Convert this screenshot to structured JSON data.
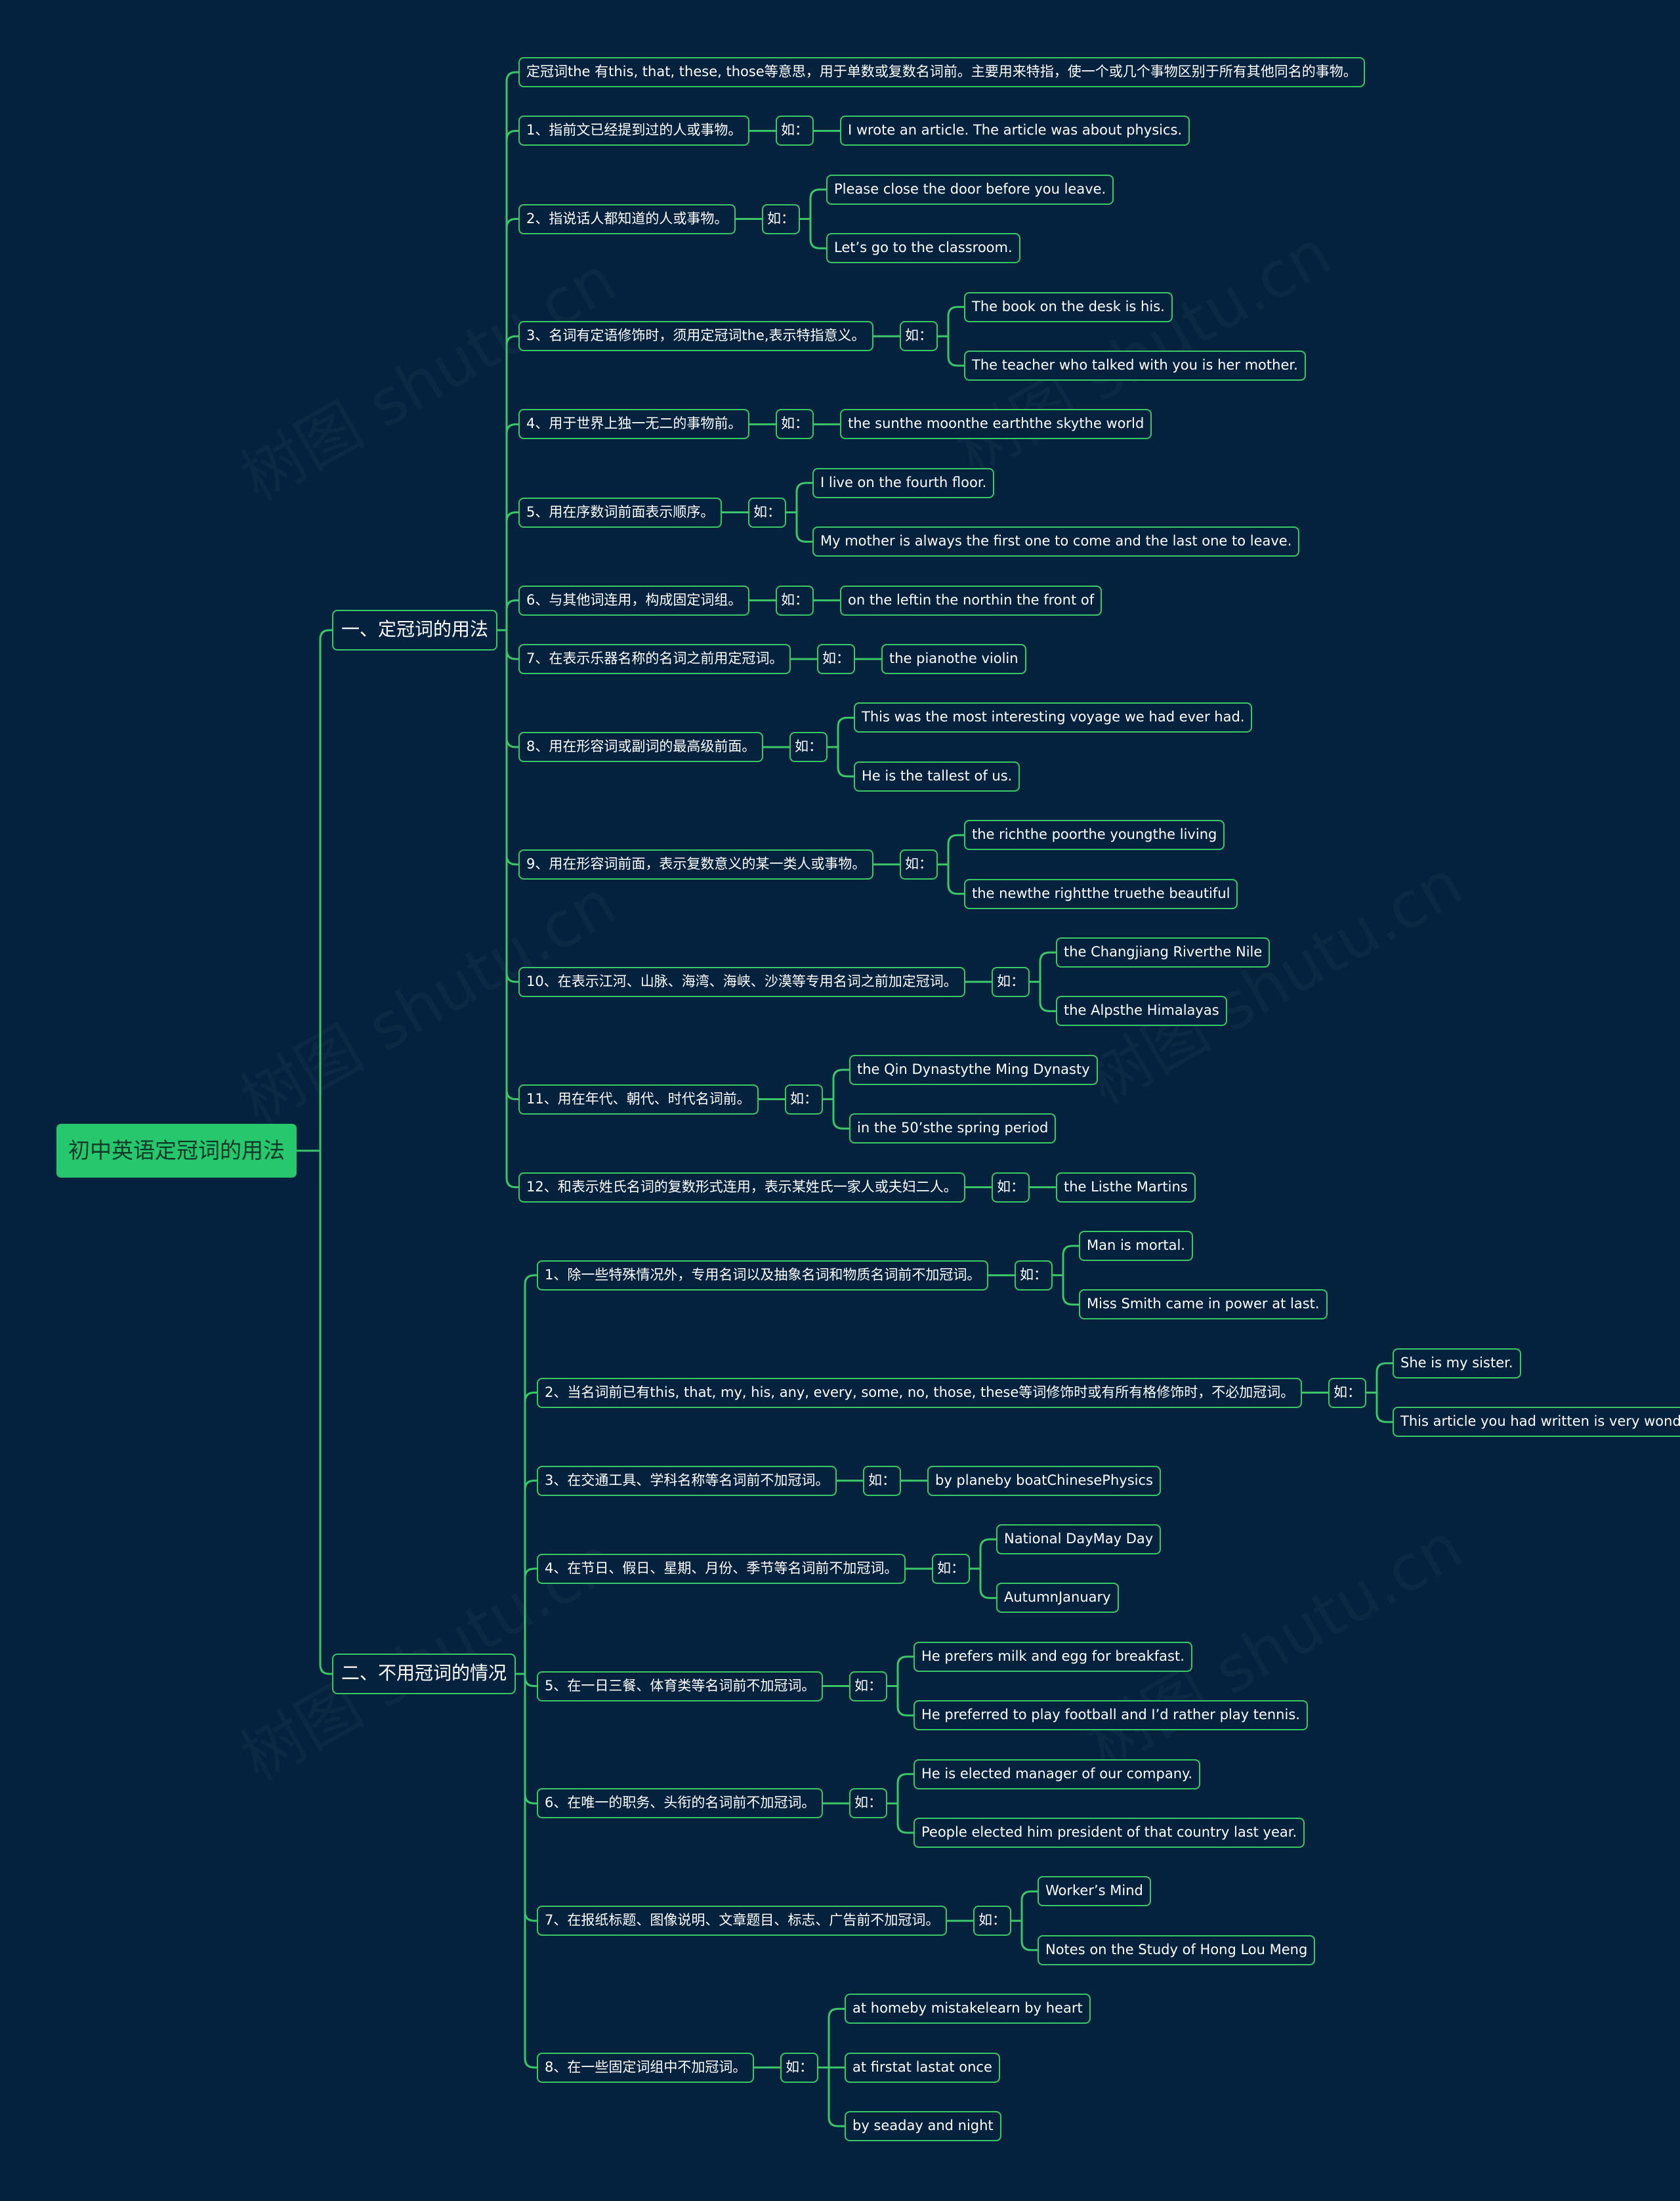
{
  "root": "初中英语定冠词的用法",
  "watermark": "树图 shutu.cn",
  "colors": {
    "background": "#04223d",
    "line": "#3bc768",
    "root_fill": "#27c76d",
    "text": "#ffffff"
  },
  "branches": [
    {
      "label": "一、定冠词的用法",
      "items": [
        {
          "label": "定冠词the 有this, that, these, those等意思，用于单数或复数名词前。主要用来特指，使一个或几个事物区别于所有其他同名的事物。",
          "examples": []
        },
        {
          "label": "1、指前文已经提到过的人或事物。",
          "ru": "如：",
          "examples": [
            "I wrote an article. The article was about physics."
          ]
        },
        {
          "label": "2、指说话人都知道的人或事物。",
          "ru": "如：",
          "examples": [
            "Please close the door before you leave.",
            "Let’s go to the classroom."
          ]
        },
        {
          "label": "3、名词有定语修饰时，须用定冠词the,表示特指意义。",
          "ru": "如：",
          "examples": [
            "The book on the desk is his.",
            "The teacher who talked with you is her mother."
          ]
        },
        {
          "label": "4、用于世界上独一无二的事物前。",
          "ru": "如：",
          "examples": [
            "the sunthe moonthe earththe skythe world"
          ]
        },
        {
          "label": "5、用在序数词前面表示顺序。",
          "ru": "如：",
          "examples": [
            "I live on the fourth floor.",
            "My mother is always the first one to come and the last one to leave."
          ]
        },
        {
          "label": "6、与其他词连用，构成固定词组。",
          "ru": "如：",
          "examples": [
            "on the leftin the northin the front of"
          ]
        },
        {
          "label": "7、在表示乐器名称的名词之前用定冠词。",
          "ru": "如：",
          "examples": [
            "the pianothe violin"
          ]
        },
        {
          "label": "8、用在形容词或副词的最高级前面。",
          "ru": "如：",
          "examples": [
            "This was the most interesting voyage we had ever had.",
            "He is the tallest of us."
          ]
        },
        {
          "label": "9、用在形容词前面，表示复数意义的某一类人或事物。",
          "ru": "如：",
          "examples": [
            "the richthe poorthe youngthe living",
            "the newthe rightthe truethe beautiful"
          ]
        },
        {
          "label": "10、在表示江河、山脉、海湾、海峡、沙漠等专用名词之前加定冠词。",
          "ru": "如：",
          "examples": [
            "the Changjiang Riverthe Nile",
            "the Alpsthe Himalayas"
          ]
        },
        {
          "label": "11、用在年代、朝代、时代名词前。",
          "ru": "如：",
          "examples": [
            "the Qin Dynastythe Ming Dynasty",
            "in the 50’sthe spring period"
          ]
        },
        {
          "label": "12、和表示姓氏名词的复数形式连用，表示某姓氏一家人或夫妇二人。",
          "ru": "如：",
          "examples": [
            "the Listhe Martins"
          ]
        }
      ]
    },
    {
      "label": "二、不用冠词的情况",
      "items": [
        {
          "label": "1、除一些特殊情况外，专用名词以及抽象名词和物质名词前不加冠词。",
          "ru": "如：",
          "examples": [
            "Man is mortal.",
            "Miss Smith came in power at last."
          ]
        },
        {
          "label": "2、当名词前已有this, that, my, his, any, every, some, no, those, these等词修饰时或有所有格修饰时，不必加冠词。",
          "ru": "如：",
          "examples": [
            "She is my sister.",
            "This article you had written is very wonderful."
          ]
        },
        {
          "label": "3、在交通工具、学科名称等名词前不加冠词。",
          "ru": "如：",
          "examples": [
            "by planeby boatChinesePhysics"
          ]
        },
        {
          "label": "4、在节日、假日、星期、月份、季节等名词前不加冠词。",
          "ru": "如：",
          "examples": [
            "National DayMay Day",
            "AutumnJanuary"
          ]
        },
        {
          "label": "5、在一日三餐、体育类等名词前不加冠词。",
          "ru": "如：",
          "examples": [
            "He prefers milk and egg for breakfast.",
            "He preferred to play football and I’d rather play tennis."
          ]
        },
        {
          "label": "6、在唯一的职务、头衔的名词前不加冠词。",
          "ru": "如：",
          "examples": [
            "He is elected manager of our company.",
            "People elected him president of that country last year."
          ]
        },
        {
          "label": "7、在报纸标题、图像说明、文章题目、标志、广告前不加冠词。",
          "ru": "如：",
          "examples": [
            "Worker’s Mind",
            "Notes on the Study of Hong Lou Meng"
          ]
        },
        {
          "label": "8、在一些固定词组中不加冠词。",
          "ru": "如：",
          "examples": [
            "at homeby mistakelearn by heart",
            "at firstat lastat once",
            "by seaday and night"
          ]
        }
      ]
    }
  ]
}
